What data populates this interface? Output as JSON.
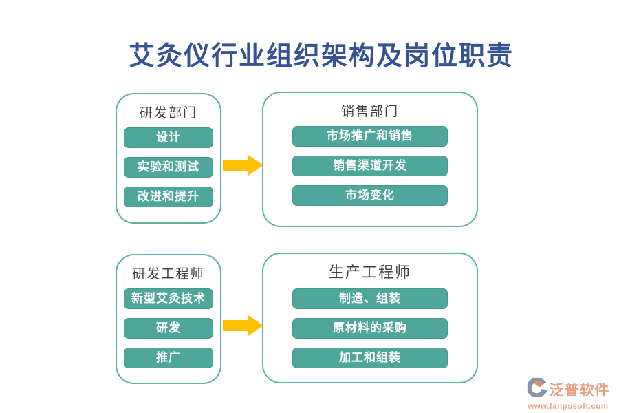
{
  "page": {
    "title": "艾灸仪行业组织架构及岗位职责"
  },
  "boxes": {
    "rd_department": {
      "header": "研发部门",
      "items": [
        "设计",
        "实验和测试",
        "改进和提升"
      ]
    },
    "sales_department": {
      "header": "销售部门",
      "items": [
        "市场推广和销售",
        "销售渠道开发",
        "市场变化"
      ]
    },
    "rd_engineer": {
      "header": "研发工程师",
      "items": [
        "新型艾灸技术",
        "研发",
        "推广"
      ]
    },
    "production_engineer": {
      "header": "生产工程师",
      "items": [
        "制造、组装",
        "原材料的采购",
        "加工和组装"
      ]
    }
  },
  "logo": {
    "brand": "泛普软件",
    "website": "www.fanpusoft.com"
  },
  "colors": {
    "title_text": "#365293",
    "box_border": "#5FB0A5",
    "chip_background": "#4FA79C",
    "chip_text": "#FFFFFF",
    "header_text": "#404040",
    "arrow": "#FFC000",
    "logo_text": "#E89F82",
    "logo_icon_slate": "#8A94A8",
    "logo_icon_orange": "#D9906E"
  }
}
